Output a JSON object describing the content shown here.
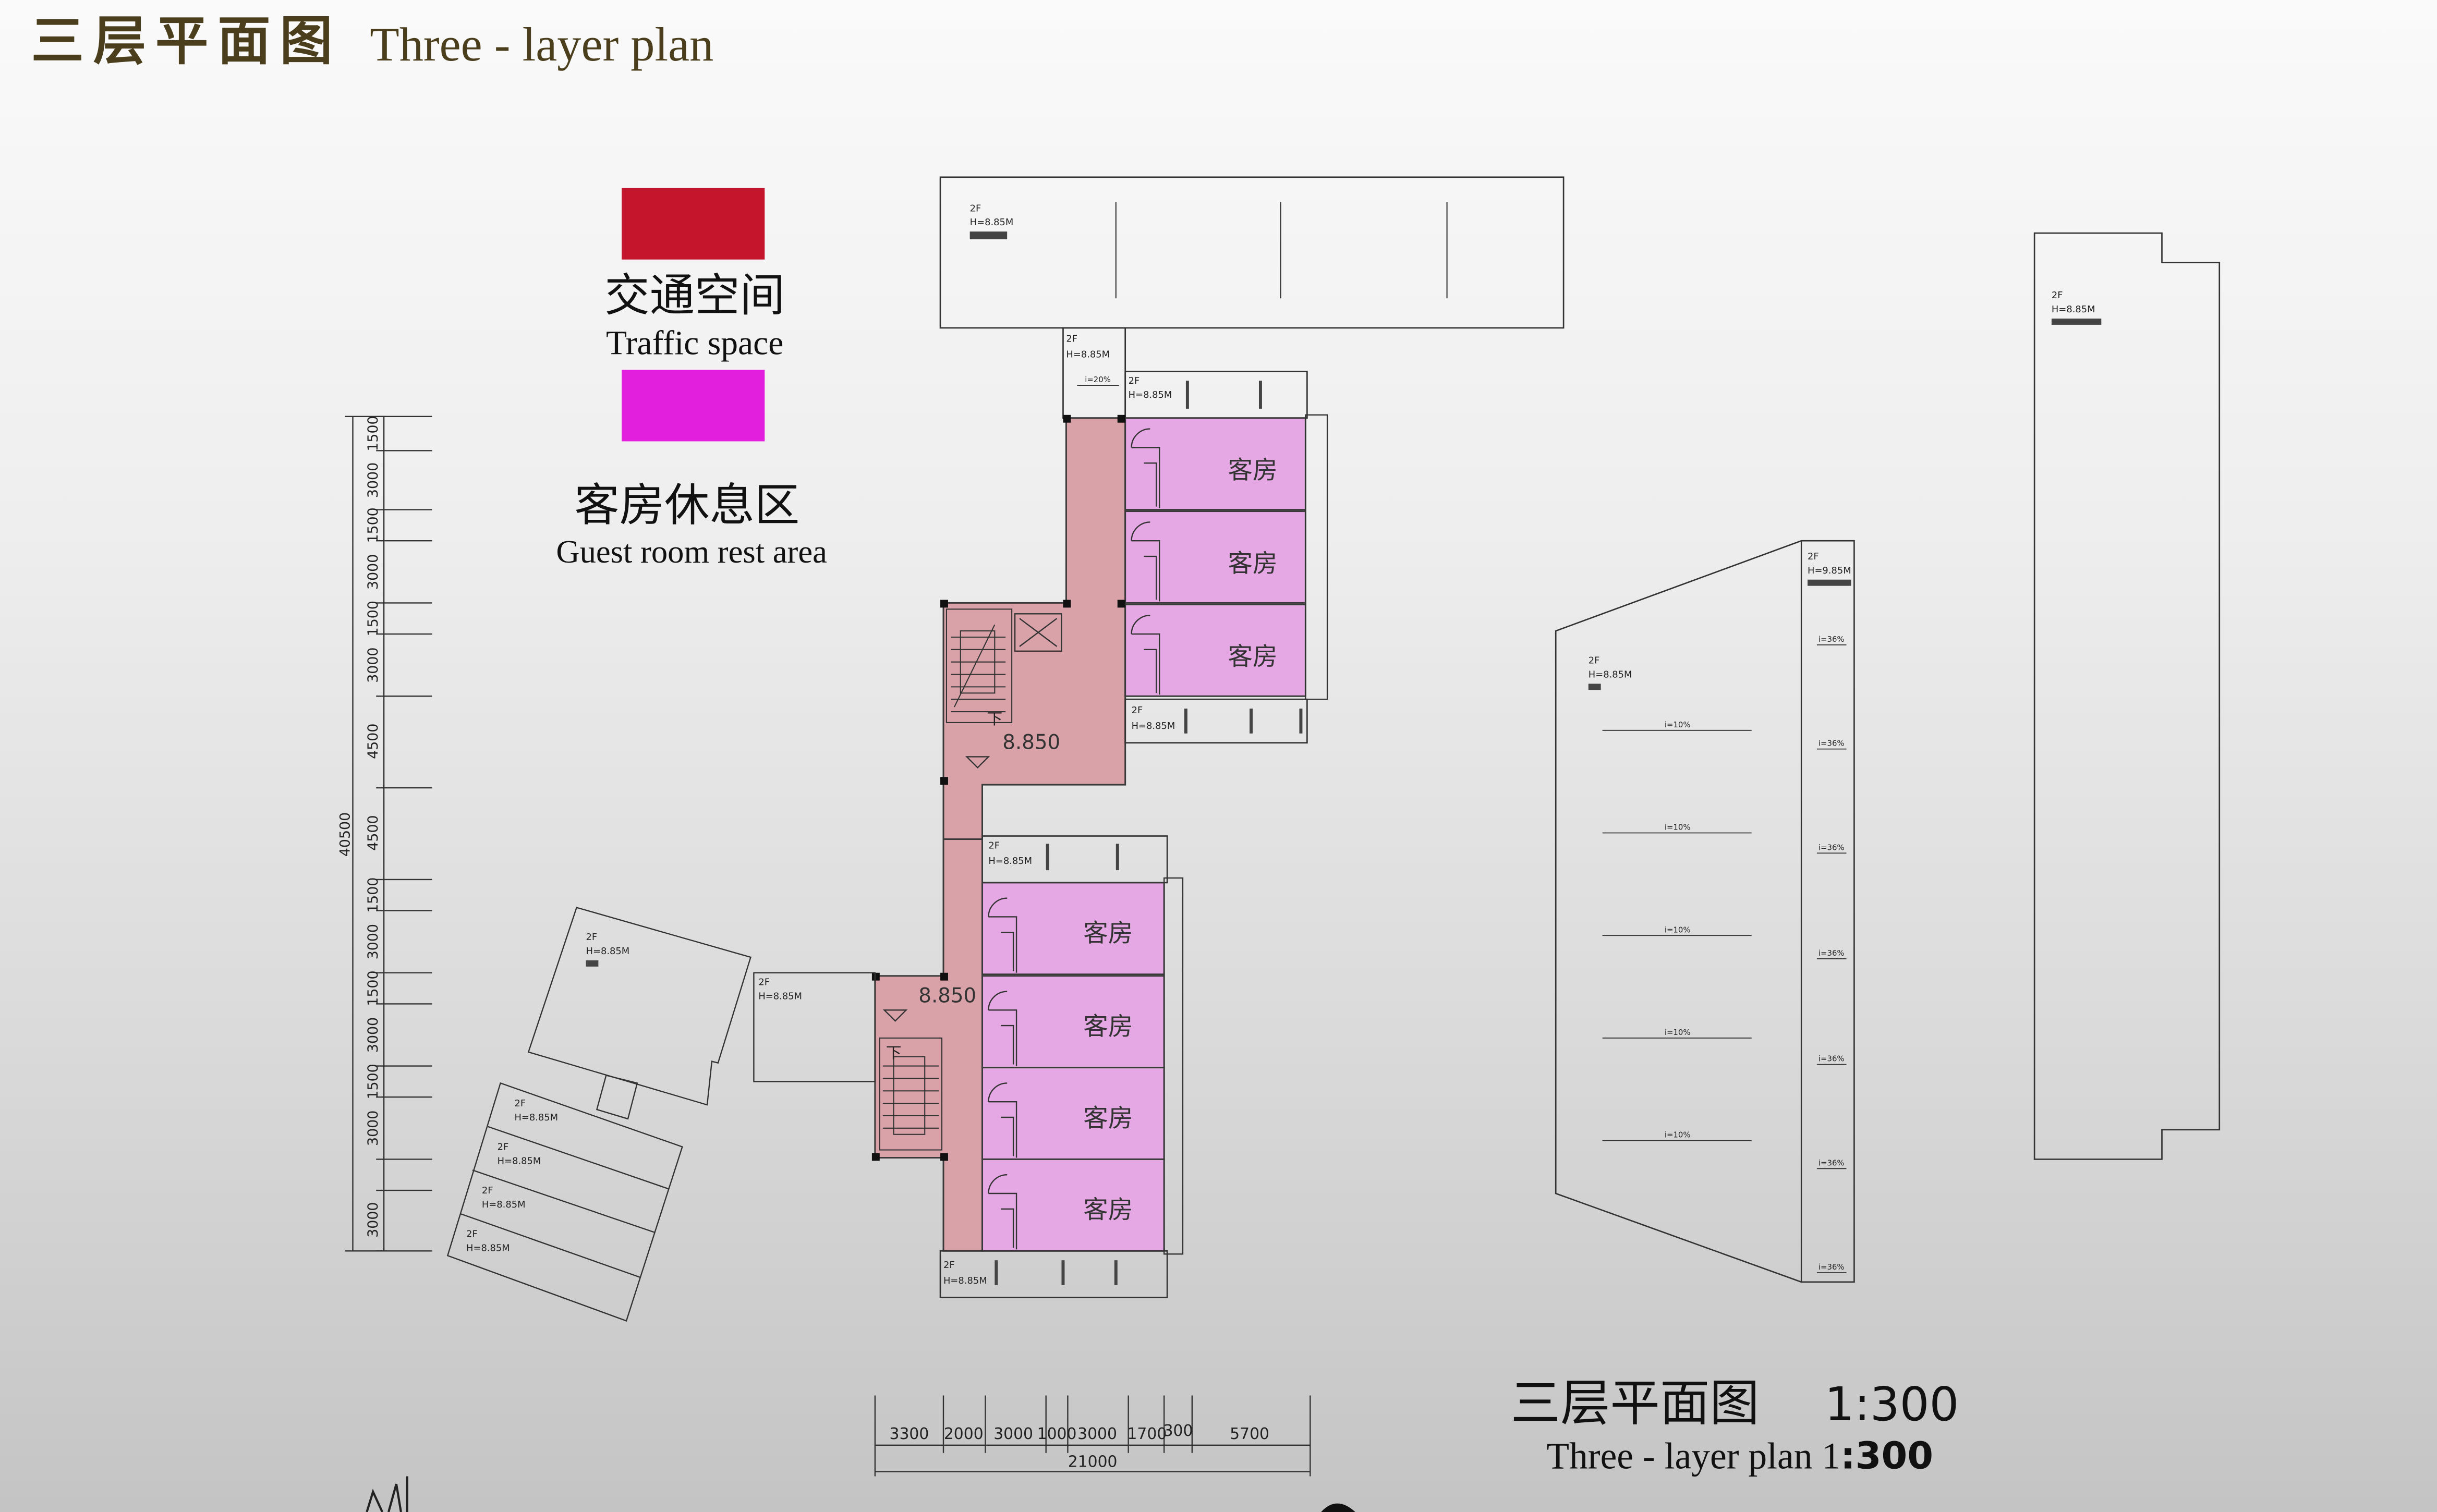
{
  "header": {
    "title_cn": "三层平面图",
    "title_en": "Three - layer plan"
  },
  "legend": {
    "items": [
      {
        "label_cn": "交通空间",
        "label_en": "Traffic space",
        "color": "#c4152d"
      },
      {
        "label_cn": "客房休息区",
        "label_en": "Guest room rest area",
        "color": "#e11fdc"
      }
    ]
  },
  "colors": {
    "traffic": "#d8a2a8",
    "guest_room": "#e6a8e4",
    "line": "#3a3a3a",
    "title_brown": "#4a3e1c"
  },
  "plan": {
    "level_mark": "8.850",
    "room_label": "客房",
    "roof_label": "2F",
    "height_label": "H=8.85M",
    "slope_20": "i=20%",
    "slope_10": "i=10%",
    "slope_36": "i=36%",
    "stair_down": "下",
    "roof_height_tall": "H=9.85M"
  },
  "dimensions": {
    "vertical_total": "40500",
    "vertical": [
      "1500",
      "3000",
      "1500",
      "3000",
      "1500",
      "3000",
      "4500",
      "4500",
      "1500",
      "3000",
      "1500",
      "3000",
      "1500",
      "3000",
      "3000"
    ],
    "horizontal_total": "21000",
    "horizontal": [
      "3300",
      "2000",
      "3000",
      "1000",
      "3000",
      "1700",
      "300",
      "5700"
    ]
  },
  "caption": {
    "title_cn": "三层平面图",
    "scale_cn": "1:300",
    "title_en": "Three - layer plan 1",
    "scale_en": ":300"
  }
}
